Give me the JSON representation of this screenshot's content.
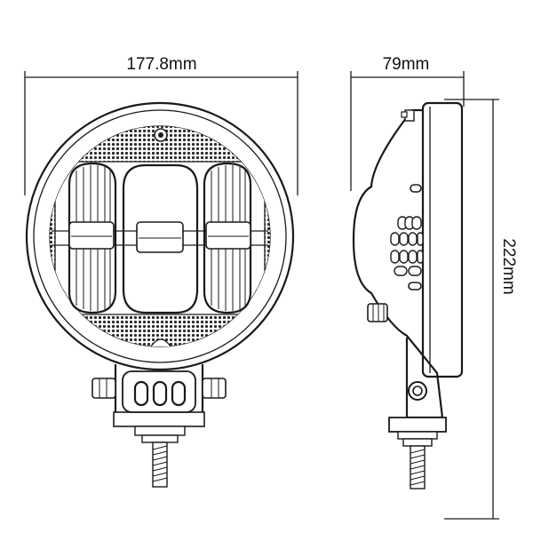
{
  "dimensions": {
    "width": "177.8mm",
    "depth": "79mm",
    "height": "222mm"
  },
  "colors": {
    "stroke": "#1a1a1a",
    "background": "#ffffff"
  },
  "icons": {
    "front_view": "round-led-work-light-front",
    "side_view": "round-led-work-light-side"
  }
}
